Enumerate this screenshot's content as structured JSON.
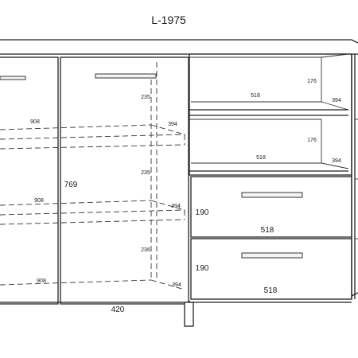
{
  "title": "L-1975",
  "door_left": {
    "shelf_depths": [
      "908",
      "908",
      "908"
    ]
  },
  "door_middle": {
    "height": "769",
    "width": "420",
    "shelf_spacings": [
      "235",
      "235",
      "236"
    ],
    "shelf_depths": [
      "394",
      "394",
      "394"
    ]
  },
  "open_shelves": {
    "top": {
      "width": "518",
      "height": "176",
      "depth": "394"
    },
    "bottom": {
      "width": "518",
      "height": "176",
      "depth": "394"
    }
  },
  "drawers": [
    {
      "height": "190",
      "width": "518"
    },
    {
      "height": "190",
      "width": "518"
    }
  ]
}
